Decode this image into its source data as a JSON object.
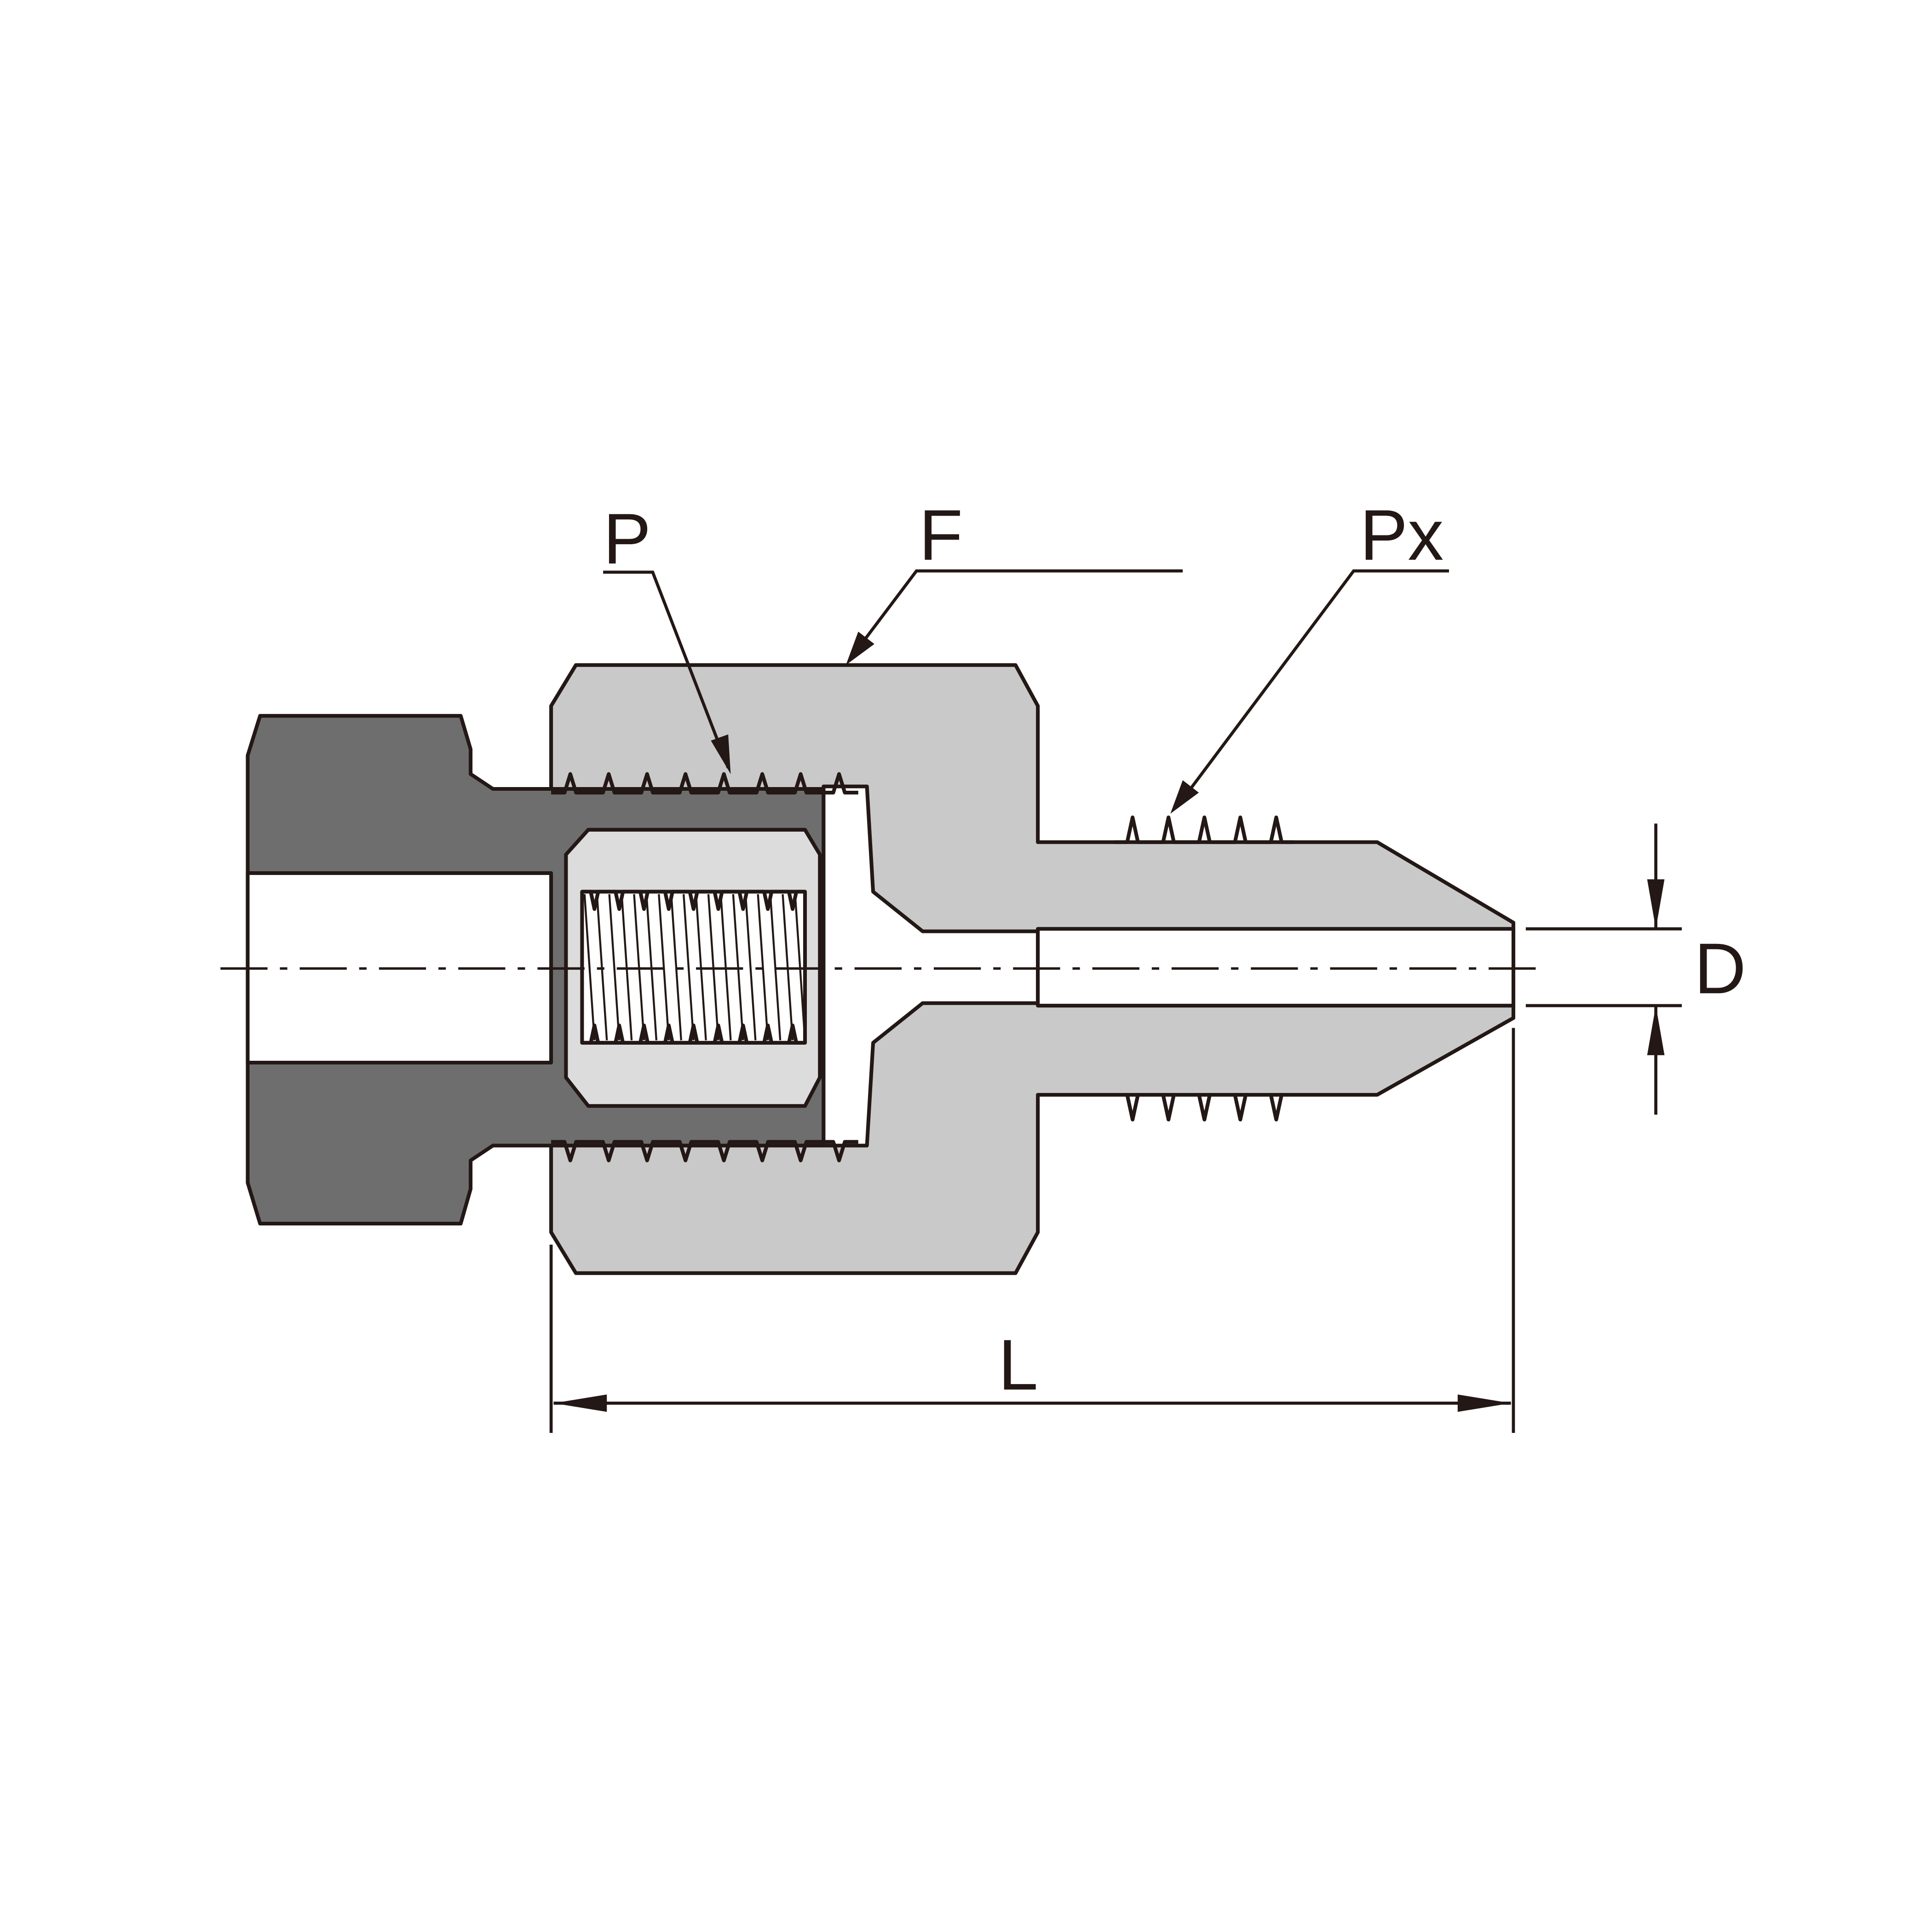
{
  "labels": {
    "p": "P",
    "f": "F",
    "px": "Px",
    "d": "D",
    "l": "L"
  },
  "colors": {
    "nut": "#6e6e6e",
    "body": "#c9c9c9",
    "insert": "#dcdcdc",
    "line": "#231815",
    "background": "#ffffff"
  }
}
